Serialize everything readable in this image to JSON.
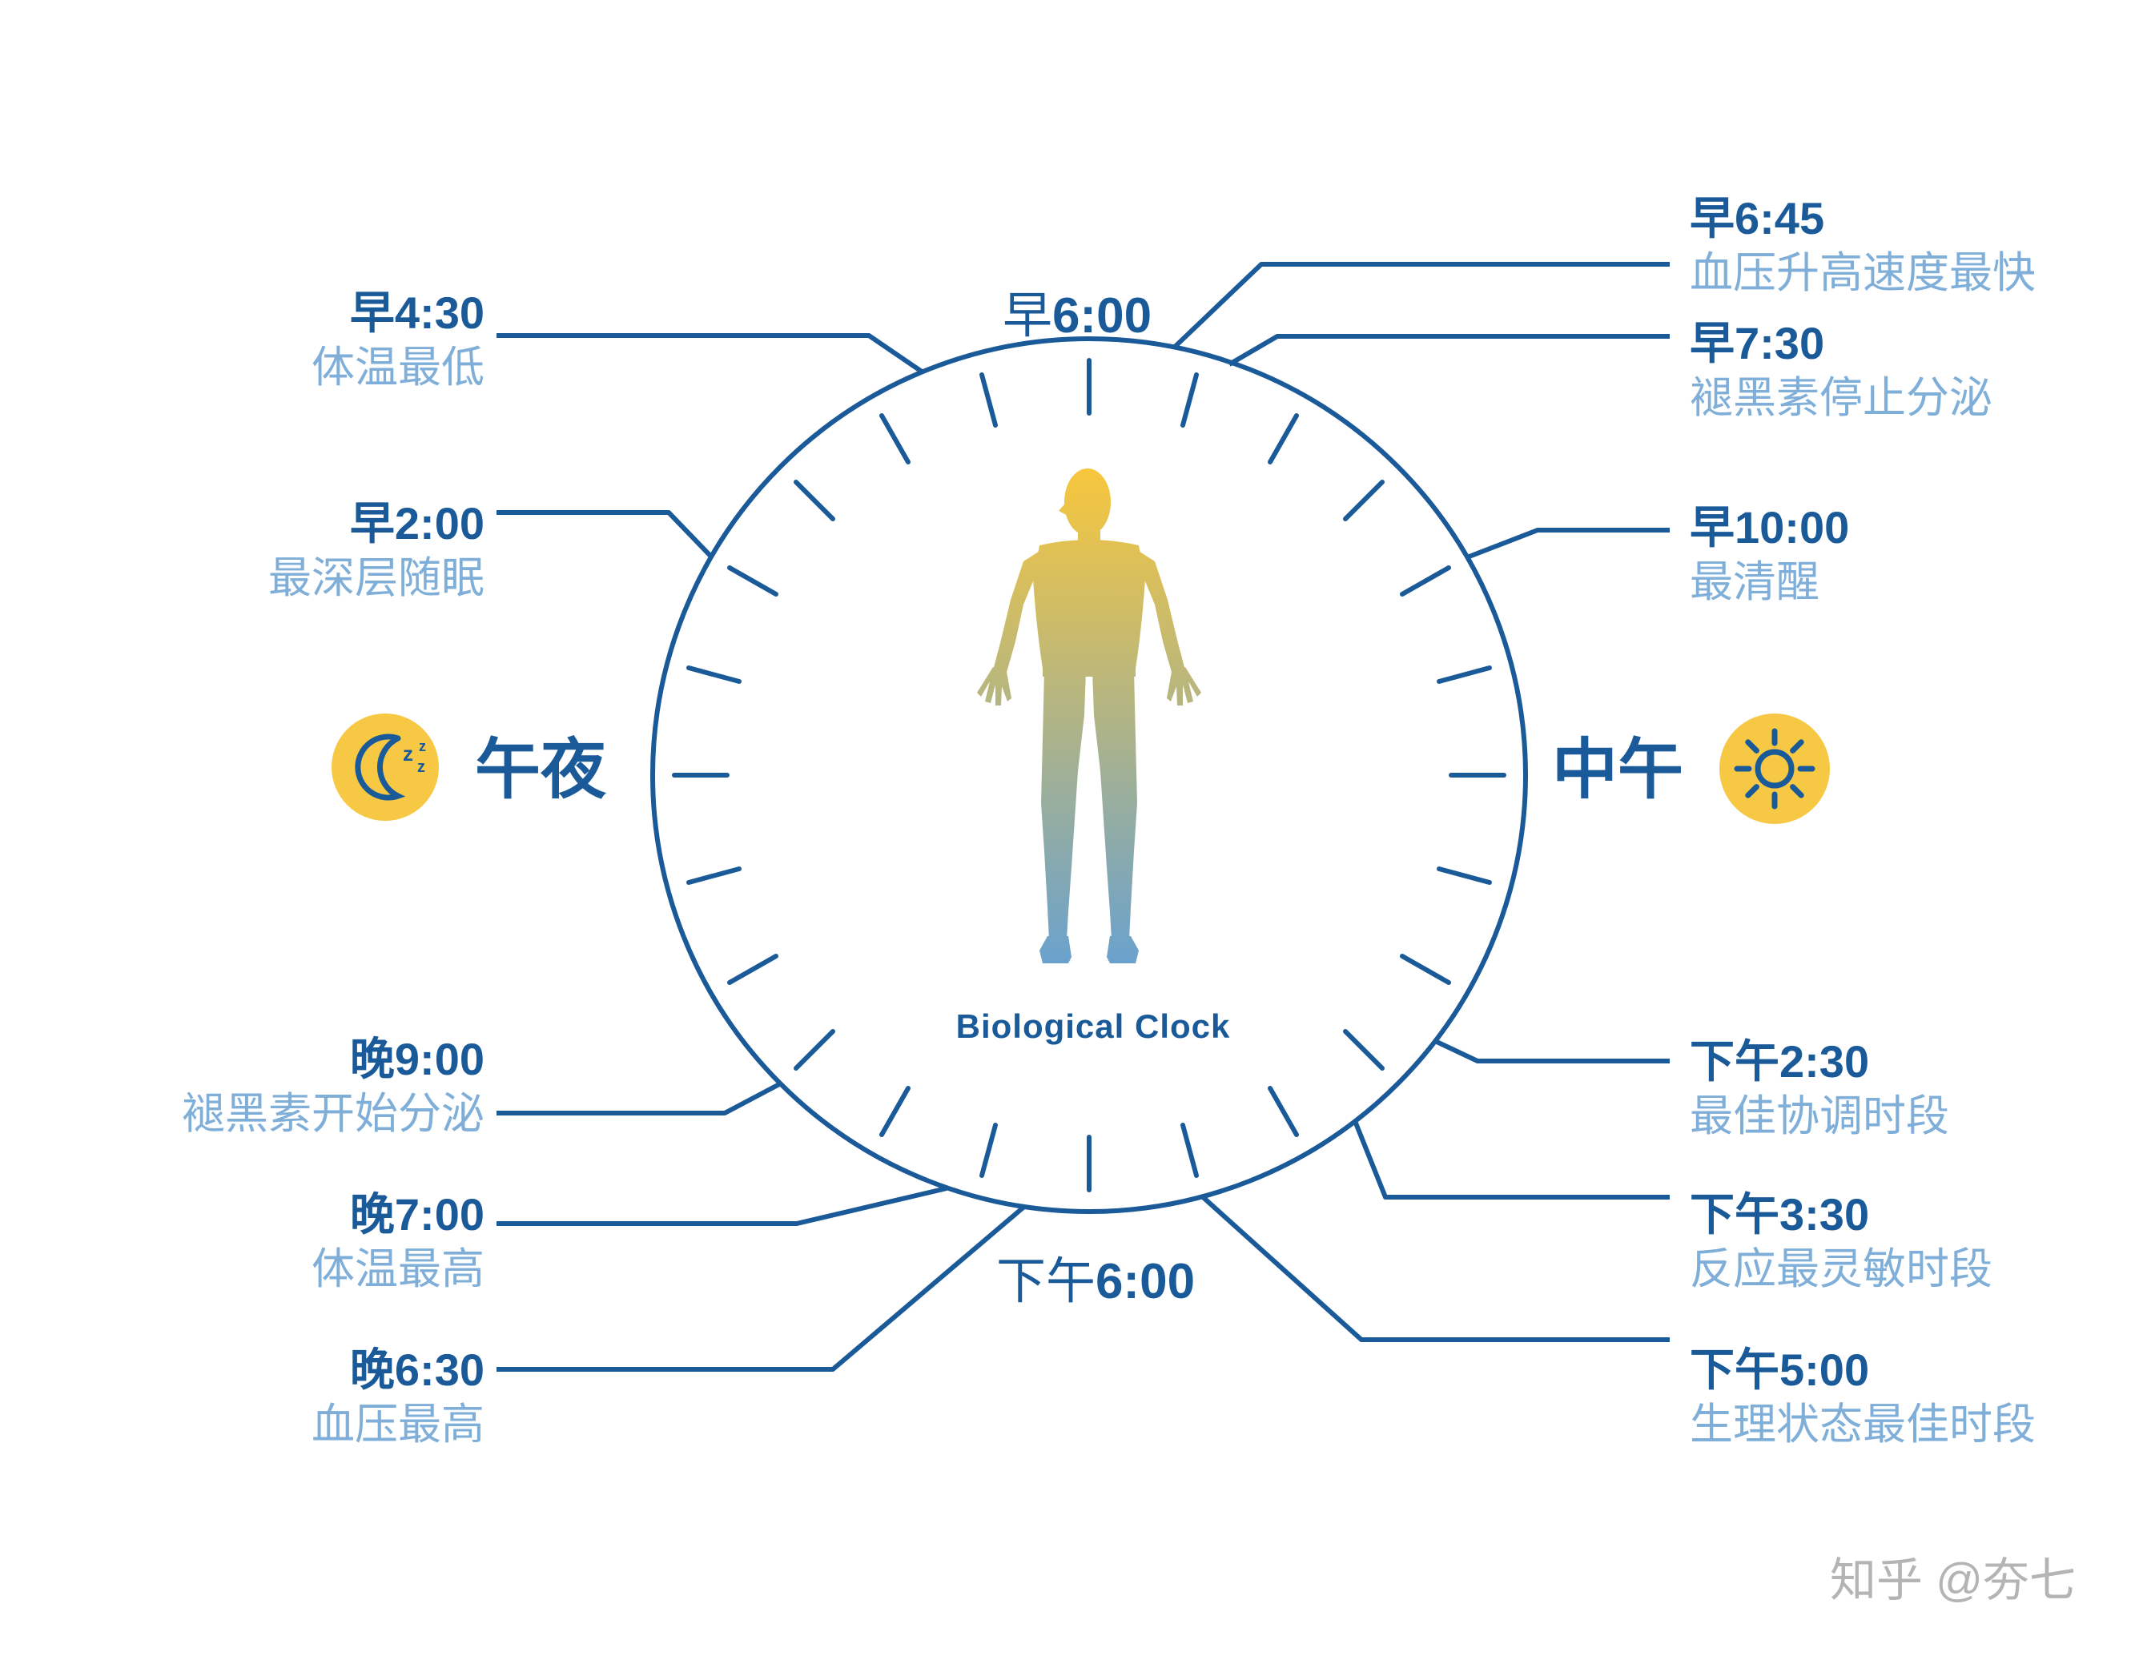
{
  "center": {
    "figure": "human-silhouette",
    "caption": "Biological Clock"
  },
  "clock": {
    "top": {
      "prefix": "早",
      "time": "6:00"
    },
    "bottom": {
      "prefix": "下午",
      "time": "6:00"
    },
    "midnight": {
      "label": "午夜",
      "icon": "moon-zzz-icon"
    },
    "noon": {
      "label": "中午",
      "icon": "sun-icon"
    }
  },
  "icons": {
    "moon": "moon-zzz-icon",
    "sun": "sun-icon",
    "zzz": [
      "z",
      "z",
      "z"
    ]
  },
  "annotations": {
    "left": [
      {
        "time": "早4:30",
        "desc": "体温最低"
      },
      {
        "time": "早2:00",
        "desc": "最深层随眠"
      },
      {
        "time": "晚9:00",
        "desc": "褪黑素开始分泌"
      },
      {
        "time": "晚7:00",
        "desc": "体温最高"
      },
      {
        "time": "晚6:30",
        "desc": "血压最高"
      }
    ],
    "right": [
      {
        "time": "早6:45",
        "desc": "血压升高速度最快"
      },
      {
        "time": "早7:30",
        "desc": "褪黑素停止分泌"
      },
      {
        "time": "早10:00",
        "desc": "最清醒"
      },
      {
        "time": "下午2:30",
        "desc": "最佳协调时段"
      },
      {
        "time": "下午3:30",
        "desc": "反应最灵敏时段"
      },
      {
        "time": "下午5:00",
        "desc": "生理状态最佳时段"
      }
    ]
  },
  "watermark": "知乎 @夯七",
  "colors": {
    "primary_blue": "#1B5A99",
    "light_blue": "#7FAFD9",
    "accent_yellow": "#F7C844",
    "figure_gradient_top": "#F8C73C",
    "figure_gradient_bottom": "#64A0D4",
    "watermark_gray": "#B4B4B4",
    "background": "#FFFFFF"
  }
}
